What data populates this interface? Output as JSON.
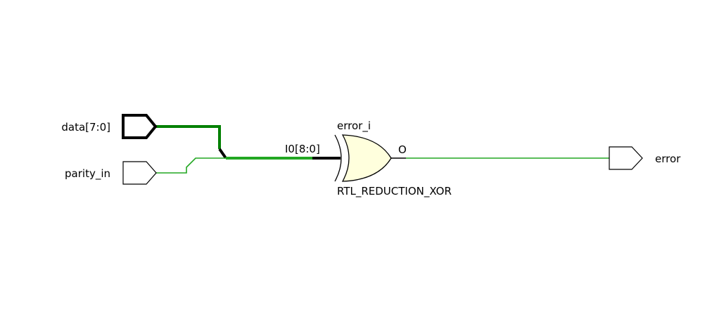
{
  "schematic": {
    "colors": {
      "net": "#008000",
      "net_single": "#22a722",
      "bus_stub": "#000000",
      "gate_fill": "#ffffdd",
      "outline": "#000000",
      "background": "#ffffff"
    },
    "input_ports": [
      {
        "name": "data[7:0]",
        "bus": true,
        "icon": "input-port-icon"
      },
      {
        "name": "parity_in",
        "bus": false,
        "icon": "input-port-icon"
      }
    ],
    "output_ports": [
      {
        "name": "error",
        "bus": false,
        "icon": "output-port-icon"
      }
    ],
    "cell": {
      "instance_name": "error_i",
      "type": "RTL_REDUCTION_XOR",
      "input_pin": "I0[8:0]",
      "output_pin": "O",
      "icon": "xor-gate-icon"
    }
  }
}
